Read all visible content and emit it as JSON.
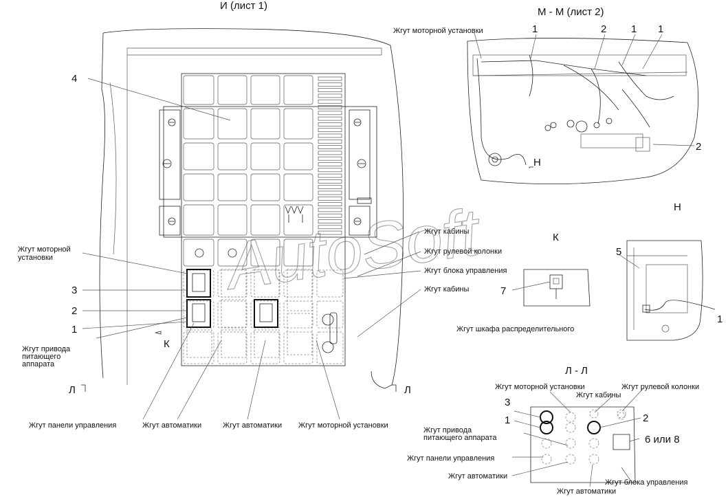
{
  "titles": {
    "view_i": "И (лист 1)",
    "section_m": "М - М (лист 2)",
    "view_h": "Н",
    "view_k": "К",
    "section_l": "Л - Л",
    "marker_h": "Н",
    "marker_k": "К",
    "marker_l_left": "Л",
    "marker_l_right": "Л"
  },
  "view_i_labels": {
    "num_4": "4",
    "num_3": "3",
    "num_2": "2",
    "num_1": "1",
    "motor_line1": "Жгут моторной",
    "motor_line2": "установки",
    "privod_line1": "Жгут привода",
    "privod_line2": "питающего",
    "privod_line3": "аппарата",
    "kabiny_1": "Жгут кабины",
    "rulevoy": "Жгут рулевой колонки",
    "blok": "Жгут блока управления",
    "kabiny_2": "Жгут кабины",
    "panel": "Жгут панели управления",
    "avtomatiki_1": "Жгут автоматики",
    "avtomatiki_2": "Жгут автоматики",
    "motor_bottom": "Жгут моторной установки"
  },
  "section_m_labels": {
    "motor": "Жгут моторной установки",
    "n1a": "1",
    "n2a": "2",
    "n1b": "1",
    "n1c": "1",
    "n2b": "2"
  },
  "view_k_labels": {
    "num_7": "7",
    "shkaf": "Жгут шкафа распределительного"
  },
  "view_h_labels": {
    "num_5": "5",
    "num_1": "1"
  },
  "section_l_labels": {
    "motor": "Жгут моторной установки",
    "rulevoy": "Жгут рулевой колонки",
    "kabiny": "Жгут кабины",
    "num_3": "3",
    "num_1": "1",
    "num_2": "2",
    "num_6_8": "6 или 8",
    "privod_line1": "Жгут привода",
    "privod_line2": "питающего аппарата",
    "panel": "Жгут панели управления",
    "avtomatiki_1": "Жгут автоматики",
    "blok": "Жгут блока управления",
    "avtomatiki_2": "Жгут автоматики"
  },
  "watermark": "AutoSoft"
}
